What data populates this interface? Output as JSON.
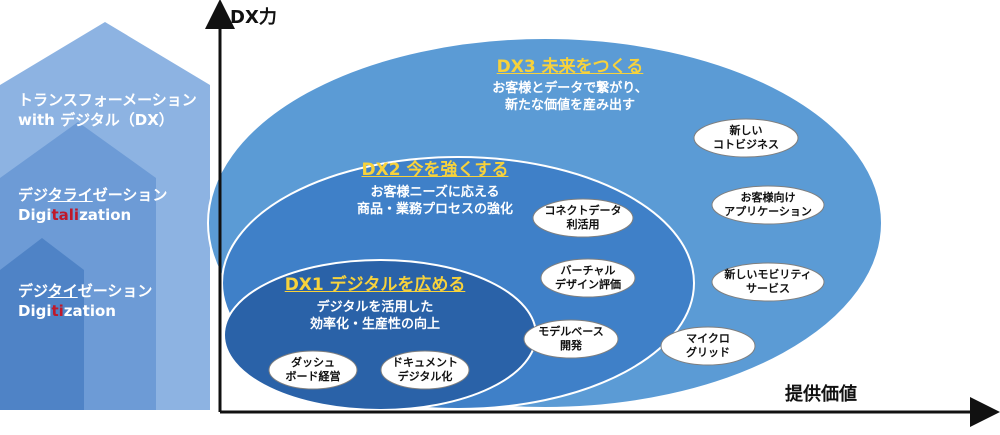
{
  "axes": {
    "y_label": "DX力",
    "x_label": "提供価値"
  },
  "stages": {
    "dx": {
      "line1": "トランスフォーメーション",
      "line2": "with デジタル（DX）"
    },
    "digitalization": {
      "ja_pre": "デジ",
      "ja_u": "タライ",
      "ja_post": "ゼーション",
      "en_pre": "Digi",
      "en_red": "tali",
      "en_post": "zation"
    },
    "digitization": {
      "ja_pre": "デジ",
      "ja_u": "タイ",
      "ja_post": "ゼーション",
      "en_pre": "Digi",
      "en_red": "ti",
      "en_post": "zation"
    }
  },
  "levels": {
    "dx3": {
      "title": "DX3 未来をつくる",
      "line1": "お客様とデータで繋がり、",
      "line2": "新たな価値を産み出す"
    },
    "dx2": {
      "title": "DX2 今を強くする",
      "line1": "お客様ニーズに応える",
      "line2": "商品・業務プロセスの強化"
    },
    "dx1": {
      "title": "DX1 デジタルを広める",
      "line1": "デジタルを活用した",
      "line2": "効率化・生産性の向上"
    }
  },
  "initiatives": {
    "dashboard": [
      "ダッシュ",
      "ボード経営"
    ],
    "document": [
      "ドキュメント",
      "デジタル化"
    ],
    "connect": [
      "コネクトデータ",
      "利活用"
    ],
    "virtual": [
      "バーチャル",
      "デザイン評価"
    ],
    "model": [
      "モデルベース",
      "開発"
    ],
    "koto": [
      "新しい",
      "コトビジネス"
    ],
    "app": [
      "お客様向け",
      "アプリケーション"
    ],
    "mobility": [
      "新しいモビリティ",
      "サービス"
    ],
    "grid": [
      "マイクロ",
      "グリッド"
    ]
  },
  "colors": {
    "arrow_outer": "#8db3e2",
    "arrow_mid": "#6d9bd6",
    "arrow_inner": "#4f83c6",
    "dx3": "#5b9bd5",
    "dx2": "#3f80c8",
    "dx1": "#2a62a8",
    "title": "#f7d23c",
    "accent_red": "#c0182a"
  }
}
